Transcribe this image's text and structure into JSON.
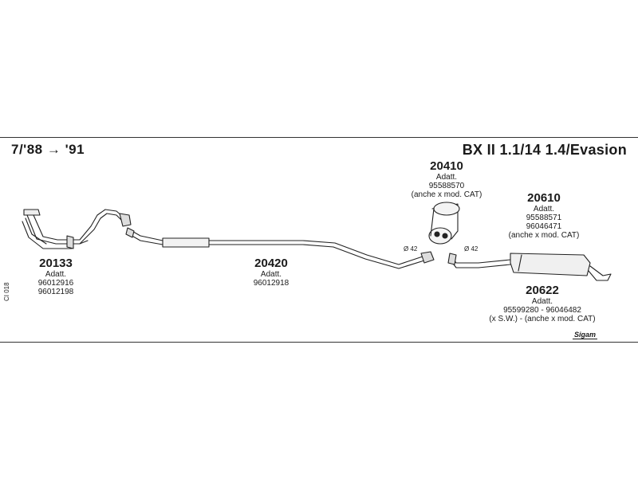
{
  "header": {
    "years": "7/'88 → '91",
    "model": "BX II 1.1/14 1.4/Evasion"
  },
  "sidebar_code": "CI 018",
  "logo_text": "Sigam",
  "diameters": {
    "left": "Ø 42",
    "right": "Ø 42"
  },
  "parts": [
    {
      "number": "20133",
      "lines": [
        "Adatt.",
        "96012916",
        "96012198"
      ]
    },
    {
      "number": "20420",
      "lines": [
        "Adatt.",
        "96012918"
      ]
    },
    {
      "number": "20410",
      "lines": [
        "Adatt.",
        "95588570",
        "(anche x mod. CAT)"
      ]
    },
    {
      "number": "20610",
      "lines": [
        "Adatt.",
        "95588571",
        "96046471",
        "(anche x mod. CAT)"
      ]
    },
    {
      "number": "20622",
      "lines": [
        "Adatt.",
        "95599280 - 96046482",
        "(x S.W.) - (anche x mod. CAT)"
      ]
    }
  ]
}
